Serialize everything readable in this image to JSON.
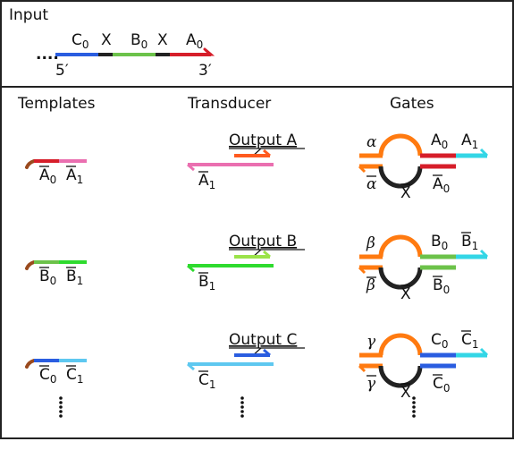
{
  "panels": {
    "input_title": "Input",
    "templates_title": "Templates",
    "transducer_title": "Transducer",
    "gates_title": "Gates"
  },
  "input": {
    "domains": [
      {
        "letter": "C",
        "sub": "0",
        "color": "#2a5de0"
      },
      {
        "letter": "X",
        "sub": "",
        "color": "#222222"
      },
      {
        "letter": "B",
        "sub": "0",
        "color": "#6cc24a"
      },
      {
        "letter": "X",
        "sub": "",
        "color": "#222222"
      },
      {
        "letter": "A",
        "sub": "0",
        "color": "#d61e2a"
      }
    ],
    "end5": "5′",
    "end3": "3′",
    "leader": "...."
  },
  "rows": [
    {
      "template": {
        "color_a": "#d61e2a",
        "color_b": "#ea6fb0",
        "label_a_letter": "A",
        "label_a_sub": "0",
        "label_b_letter": "A",
        "label_b_sub": "1"
      },
      "transducer": {
        "output_label": "Output A",
        "long_color": "#ea6fb0",
        "short_color": "#ff5a1f",
        "label_letter": "A",
        "label_sub": "1"
      },
      "gate": {
        "greek": "α",
        "greek_bar": "α",
        "right_top_color": "#d61e2a",
        "right_bot_color": "#d61e2a",
        "tail_color": "#33d6e6",
        "top_1_letter": "A",
        "top_1_sub": "0",
        "top_2_letter": "A",
        "top_2_sub": "1",
        "top_2_bar": false,
        "bot_letter": "A",
        "bot_sub": "0",
        "x_label": "X"
      }
    },
    {
      "template": {
        "color_a": "#6cc24a",
        "color_b": "#2edb2e",
        "label_a_letter": "B",
        "label_a_sub": "0",
        "label_b_letter": "B",
        "label_b_sub": "1"
      },
      "transducer": {
        "output_label": "Output B",
        "long_color": "#2edb2e",
        "short_color": "#9be34a",
        "label_letter": "B",
        "label_sub": "1"
      },
      "gate": {
        "greek": "β",
        "greek_bar": "β",
        "right_top_color": "#6cc24a",
        "right_bot_color": "#6cc24a",
        "tail_color": "#33d6e6",
        "top_1_letter": "B",
        "top_1_sub": "0",
        "top_2_letter": "B",
        "top_2_sub": "1",
        "top_2_bar": true,
        "bot_letter": "B",
        "bot_sub": "0",
        "x_label": "X"
      }
    },
    {
      "template": {
        "color_a": "#2a5de0",
        "color_b": "#5ec8f0",
        "label_a_letter": "C",
        "label_a_sub": "0",
        "label_b_letter": "C",
        "label_b_sub": "1"
      },
      "transducer": {
        "output_label": "Output C",
        "long_color": "#5ec8f0",
        "short_color": "#2a5de0",
        "label_letter": "C",
        "label_sub": "1"
      },
      "gate": {
        "greek": "γ",
        "greek_bar": "γ",
        "right_top_color": "#2a5de0",
        "right_bot_color": "#2a5de0",
        "tail_color": "#33d6e6",
        "top_1_letter": "C",
        "top_1_sub": "0",
        "top_2_letter": "C",
        "top_2_sub": "1",
        "top_2_bar": true,
        "bot_letter": "C",
        "bot_sub": "0",
        "x_label": "X"
      }
    }
  ],
  "colors": {
    "orange": "#ff7a10",
    "loop_dark": "#222222",
    "template_hook": "#9a4a1e",
    "border": "#222222"
  }
}
